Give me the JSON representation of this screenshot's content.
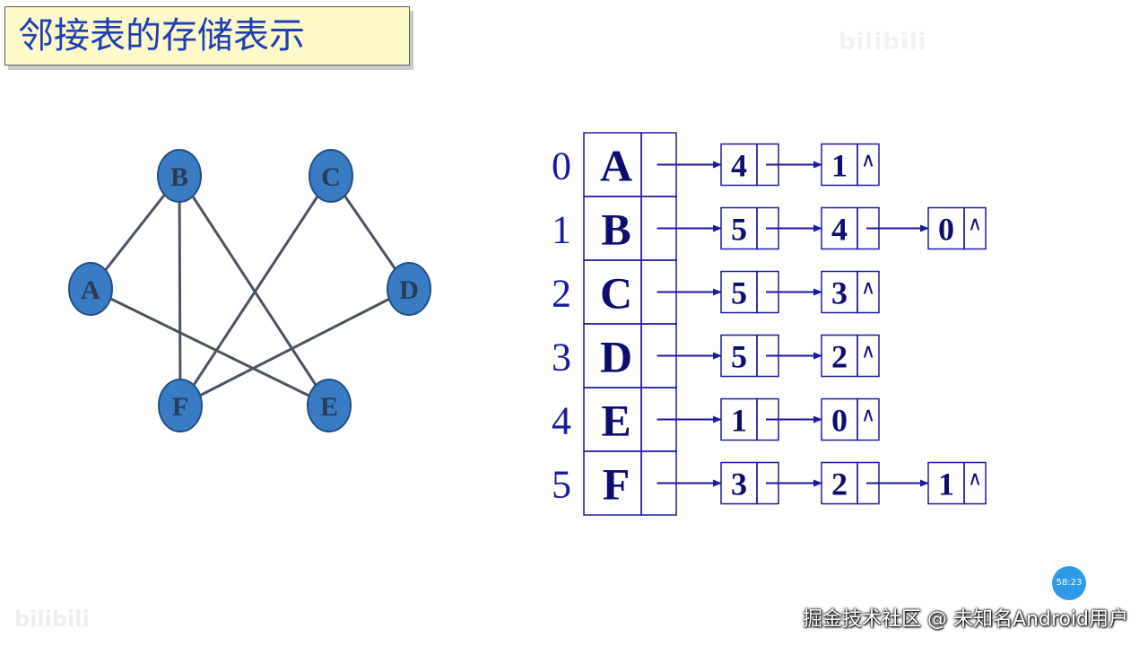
{
  "title": "邻接表的存储表示",
  "watermark_top": "bilibili",
  "watermark_bottom": "bilibili",
  "timer": "58:23",
  "credit": "掘金技术社区 @ 未知名Android用户",
  "colors": {
    "title_text": "#1d3fb5",
    "title_bg": "#fdf9c9",
    "node_fill": "#3a7cc4",
    "edge": "#4a5360",
    "list_line": "#1a1aa0",
    "list_text": "#0d0d70",
    "timer_bg": "#2f9be8"
  },
  "graph": {
    "nodes": [
      {
        "id": "B",
        "label": "B"
      },
      {
        "id": "C",
        "label": "C"
      },
      {
        "id": "A",
        "label": "A"
      },
      {
        "id": "D",
        "label": "D"
      },
      {
        "id": "F",
        "label": "F"
      },
      {
        "id": "E",
        "label": "E"
      }
    ],
    "edges": [
      [
        "A",
        "B"
      ],
      [
        "A",
        "E"
      ],
      [
        "B",
        "F"
      ],
      [
        "B",
        "E"
      ],
      [
        "C",
        "F"
      ],
      [
        "C",
        "D"
      ],
      [
        "D",
        "F"
      ]
    ]
  },
  "adjacency_list": {
    "null_symbol": "∧",
    "rows": [
      {
        "index": "0",
        "vertex": "A",
        "adj": [
          "4",
          "1"
        ]
      },
      {
        "index": "1",
        "vertex": "B",
        "adj": [
          "5",
          "4",
          "0"
        ]
      },
      {
        "index": "2",
        "vertex": "C",
        "adj": [
          "5",
          "3"
        ]
      },
      {
        "index": "3",
        "vertex": "D",
        "adj": [
          "5",
          "2"
        ]
      },
      {
        "index": "4",
        "vertex": "E",
        "adj": [
          "1",
          "0"
        ]
      },
      {
        "index": "5",
        "vertex": "F",
        "adj": [
          "3",
          "2",
          "1"
        ]
      }
    ]
  }
}
